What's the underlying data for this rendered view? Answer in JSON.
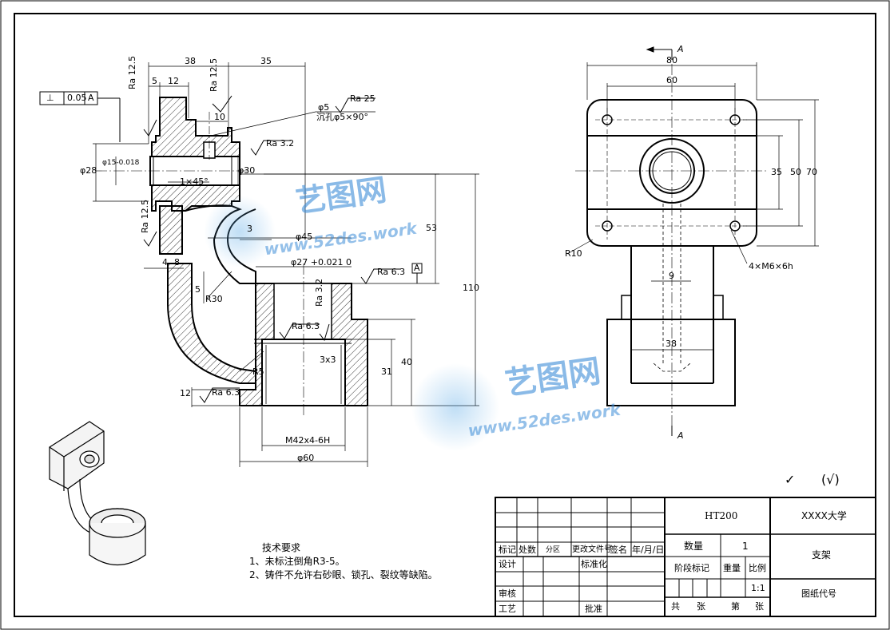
{
  "front_view": {
    "dims": {
      "d38": "38",
      "d35": "35",
      "d5": "5",
      "d12": "12",
      "d10": "10",
      "d3": "3",
      "d4": "4",
      "d8": "8",
      "d5b": "5",
      "d53": "53",
      "d110": "110",
      "d40": "40",
      "d31": "31",
      "d12b": "12",
      "phi28": "φ28",
      "phi15": "φ15-0.018",
      "phi30": "φ30",
      "phi45": "φ45",
      "phi27": "φ27 +0.021 0",
      "phi60": "φ60",
      "phi5": "φ5",
      "countersink": "沉孔φ5×90°",
      "chamfer": "1×45°",
      "thread": "M42x4-6H",
      "r30": "R30",
      "r5": "R5",
      "r10": "R10",
      "chamfer3x3": "3x3",
      "holes": "4×M6×6h"
    },
    "roughness": {
      "ra125_a": "Ra 12.5",
      "ra125_b": "Ra 12.5",
      "ra125_c": "Ra 12.5",
      "ra25": "Ra 25",
      "ra32_a": "Ra 3.2",
      "ra32_b": "Ra 3.2",
      "ra63_a": "Ra 6.3",
      "ra63_b": "Ra 6.3",
      "ra63_c": "Ra 6.3"
    },
    "tolerance_frame": {
      "symbol": "⊥",
      "value": "0.05",
      "datum": "A"
    },
    "datum_label": "A"
  },
  "side_view": {
    "dims": {
      "d80": "80",
      "d60": "60",
      "d35": "35",
      "d50": "50",
      "d70": "70",
      "d9": "9",
      "d38": "38"
    },
    "section_a_top": "A",
    "section_a_bottom": "A"
  },
  "watermarks": [
    {
      "cn": "艺图网",
      "url": "www.52des.work"
    },
    {
      "cn": "艺图网",
      "url": "www.52des.work"
    }
  ],
  "notes": {
    "title": "技术要求",
    "items": [
      "1、未标注倒角R3-5。",
      "2、铸件不允许右砂眼、锁孔、裂纹等缺陷。"
    ]
  },
  "roughness_general": {
    "symbol": "✓",
    "paren": "(√)"
  },
  "title_block": {
    "material": "HT200",
    "university": "XXXX大学",
    "part_name": "支架",
    "drawing_code": "图纸代号",
    "quantity_label": "数量",
    "quantity": "1",
    "stage_label": "阶段标记",
    "weight_label": "重量",
    "scale_label": "比例",
    "scale": "1:1",
    "sheets_total": "共",
    "sheets_unit": "张",
    "sheet_no": "第",
    "sheet_unit": "张",
    "rev_headers": [
      "标记",
      "处数",
      "分区",
      "更改文件号",
      "签名",
      "年/月/日"
    ],
    "design": "设计",
    "standard": "标准化",
    "review": "审核",
    "process": "工艺",
    "approve": "批准"
  }
}
